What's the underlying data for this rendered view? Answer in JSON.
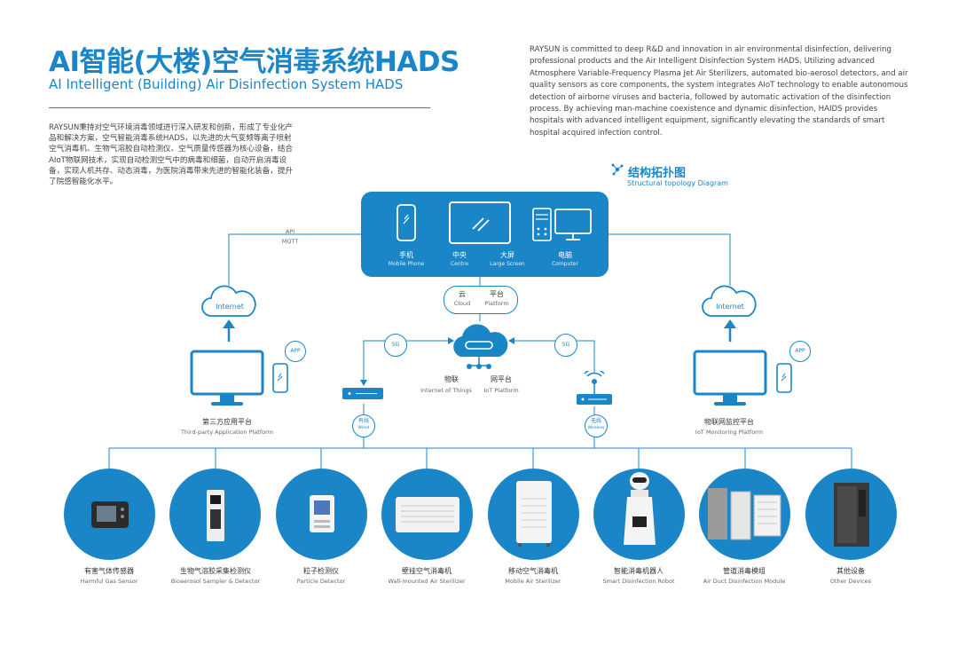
{
  "header": {
    "title_cn": "AI智能(大楼)空气消毒系统HADS",
    "title_en": "AI Intelligent (Building) Air Disinfection System HADS"
  },
  "description_en": "RAYSUN is committed to deep R&D and innovation in air environmental disinfection, delivering professional products and the Air Intelligent Disinfection System HADS. Utilizing advanced Atmosphere Variable-Frequency Plasma Jet Air Sterilizers, automated bio-aerosol detectors, and air quality sensors as core components, the system integrates AIoT technology to enable autonomous detection of airborne viruses and bacteria, followed by automatic activation of the disinfection process. By achieving man-machine coexistence and dynamic disinfection, HAIDS provides hospitals with advanced intelligent equipment, significantly elevating the standards of smart hospital acquired infection control.",
  "description_cn": "RAYSUN秉持对空气环境消毒领域进行深入研发和创新，形成了专业化产品和解决方案，空气智能消毒系统HADS，以先进的大气变频等离子喷射空气消毒机、生物气溶胶自动检测仪、空气质量传感器为核心设备，结合AIoT物联网技术，实现自动检测空气中的病毒和细菌，自动开启消毒设备，实现人机共存、动态消毒，为医院消毒带来先进的智能化装备，提升了院感智能化水平。",
  "topology": {
    "title_cn": "结构拓扑图",
    "title_en": "Structural topology Diagram"
  },
  "center": {
    "mobile_cn": "手机",
    "mobile_en": "Mobile Phone",
    "centre_cn": "中央",
    "centre_en": "Centre",
    "screen_cn": "大屏",
    "screen_en": "Large Screen",
    "computer_cn": "电脑",
    "computer_en": "Computer"
  },
  "protocol": {
    "api": "API",
    "mqtt": "MQTT"
  },
  "cloud": {
    "cloud_cn": "云",
    "cloud_en": "Cloud",
    "platform_cn": "平台",
    "platform_en": "Platform"
  },
  "iot": {
    "iot_cn": "物联",
    "iot_en": "Internet of Things",
    "platform_cn": "网平台",
    "platform_en": "IoT Platform"
  },
  "network": {
    "internet_left": "Internet",
    "internet_right": "Internet",
    "fiveg_left": "5G",
    "fiveg_right": "5G",
    "app_left": "APP",
    "app_right": "APP"
  },
  "links": {
    "wired_cn": "有线",
    "wired_en": "Wired",
    "wireless_cn": "无线",
    "wireless_en": "Wireless"
  },
  "platforms": {
    "third_cn": "第三方应用平台",
    "third_en": "Third-party Application Platform",
    "iotmon_cn": "物联网监控平台",
    "iotmon_en": "IoT Monitoring Platform"
  },
  "devices": [
    {
      "cn": "有害气体传感器",
      "en": "Harmful Gas Sensor"
    },
    {
      "cn": "生物气溶胶采集检测仪",
      "en": "Bioaerosol Sampler & Detector"
    },
    {
      "cn": "粒子检测仪",
      "en": "Particle Detector"
    },
    {
      "cn": "壁挂空气消毒机",
      "en": "Wall-mounted Air Sterilizer"
    },
    {
      "cn": "移动空气消毒机",
      "en": "Mobile Air Sterilizer"
    },
    {
      "cn": "智能消毒机器人",
      "en": "Smart Disinfection Robot"
    },
    {
      "cn": "管道消毒模组",
      "en": "Air Duct Disinfection Module"
    },
    {
      "cn": "其他设备",
      "en": "Other Devices"
    }
  ],
  "colors": {
    "accent": "#1a86c8"
  }
}
